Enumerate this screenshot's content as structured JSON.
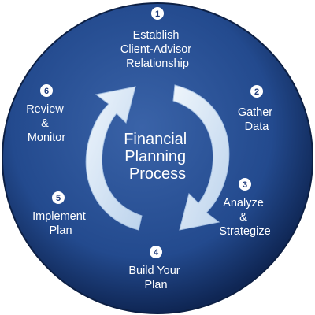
{
  "center": {
    "lines": [
      "Financial",
      "Planning",
      "Process"
    ]
  },
  "steps": [
    {
      "number": "1",
      "lines": [
        "Establish",
        "Client-Advisor",
        "Relationship"
      ]
    },
    {
      "number": "2",
      "lines": [
        "Gather",
        "Data"
      ]
    },
    {
      "number": "3",
      "lines": [
        "Analyze",
        "&",
        "Strategize"
      ]
    },
    {
      "number": "4",
      "lines": [
        "Build Your",
        "Plan"
      ]
    },
    {
      "number": "5",
      "lines": [
        "Implement",
        "Plan"
      ]
    },
    {
      "number": "6",
      "lines": [
        "Review",
        "&",
        "Monitor"
      ]
    }
  ],
  "colors": {
    "disc_center": "#3a63a8",
    "disc_edge": "#0f2654",
    "arrow_fill": "#d6e6f6",
    "text": "#ffffff",
    "badge_fill": "#ffffff",
    "badge_text": "#1e3a7a"
  }
}
